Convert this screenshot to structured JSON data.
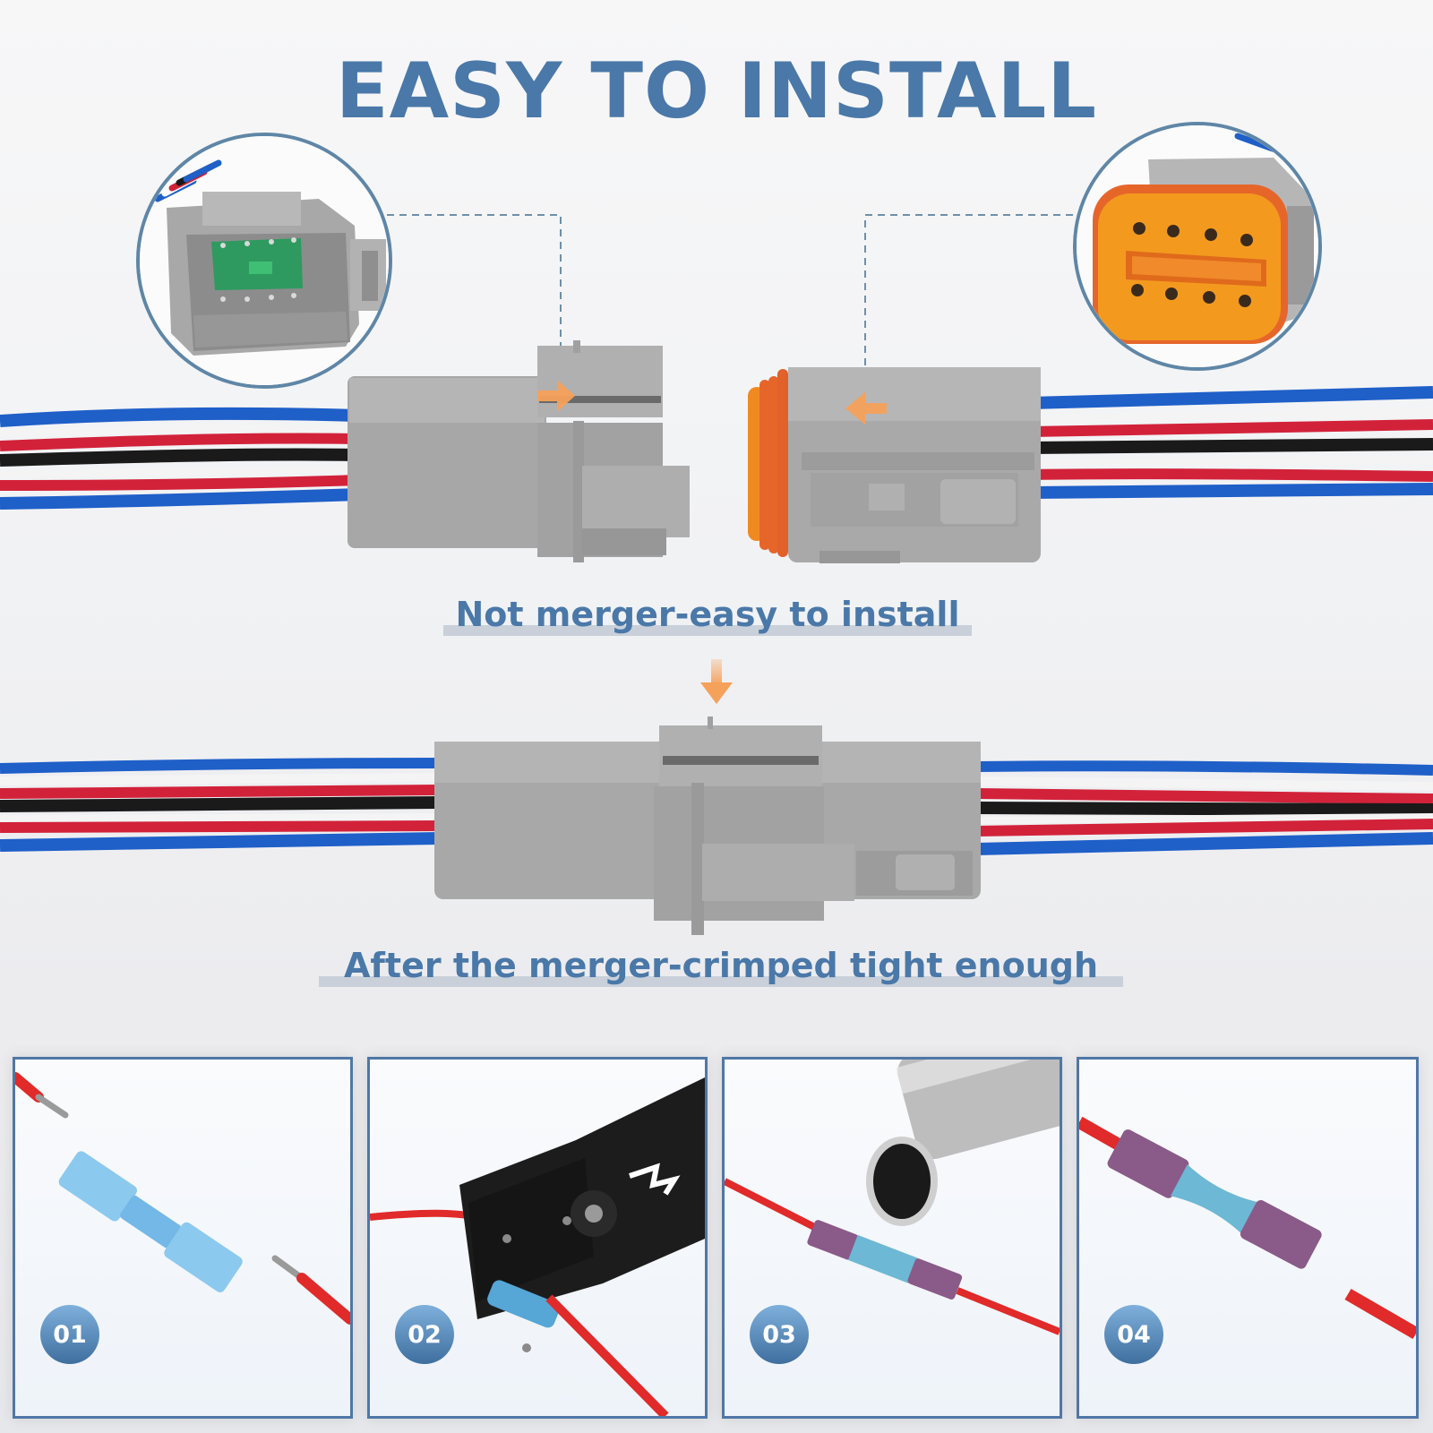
{
  "header": {
    "title": "EASY TO INSTALL"
  },
  "captions": {
    "before": "Not merger-easy to install",
    "after": "After the merger-crimped tight enough"
  },
  "callouts": {
    "left": {
      "label": "male-connector-pins-closeup",
      "pin_count": 8,
      "insert_color": "#2e9a5f"
    },
    "right": {
      "label": "female-connector-sockets-closeup",
      "socket_count": 8,
      "socket_color": "#f39a1e"
    }
  },
  "wires": {
    "colors": [
      "#1f5fc8",
      "#ffffff",
      "#d2223a",
      "#1a1a1a",
      "#ffffff",
      "#d2223a",
      "#1f5fc8"
    ]
  },
  "steps": [
    {
      "number": "01",
      "description": "heat-shrink-butt-connector-between-stripped-wires"
    },
    {
      "number": "02",
      "description": "crimping-tool-crimping-connector"
    },
    {
      "number": "03",
      "description": "heat-gun-shrinking-connector"
    },
    {
      "number": "04",
      "description": "sealed-finished-connection"
    }
  ],
  "colors": {
    "brand_blue": "#4a78a8",
    "caption_blue": "#4a78a8",
    "underline": "#c9d0da",
    "arrow_orange": "#f5a15a",
    "connector_gray": "#a9a9aa",
    "seal_orange": "#e6662a",
    "panel_border": "#4f77a6",
    "badge_top": "#7fb0dc",
    "badge_bottom": "#3f6f9e"
  }
}
